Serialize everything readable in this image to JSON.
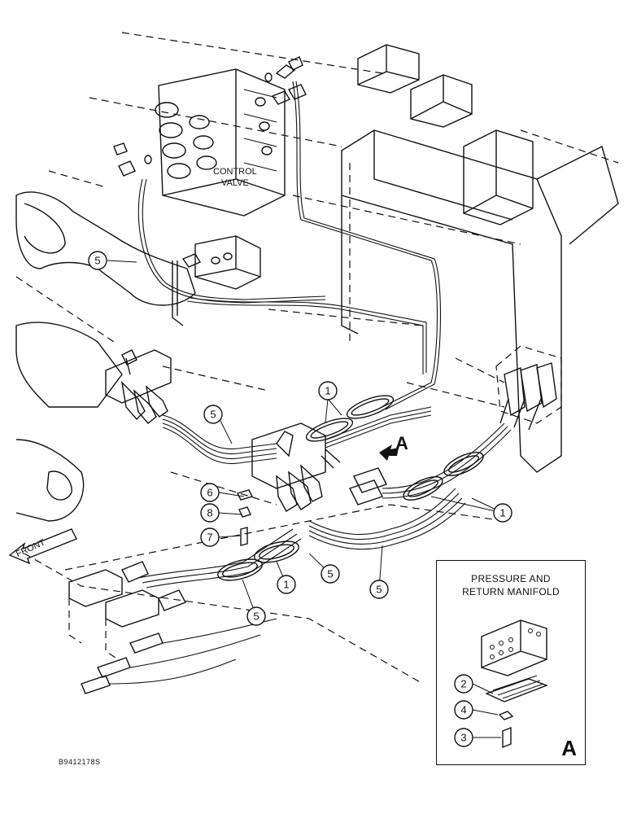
{
  "labels": {
    "control_valve": "CONTROL\nVALVE",
    "front": "FRONT",
    "view_a": "A",
    "figure_id": "B9412178S"
  },
  "inset": {
    "title": "PRESSURE AND\nRETURN MANIFOLD",
    "letter": "A"
  },
  "callouts": {
    "c5_top": "5",
    "c1_center": "1",
    "c5_mid_left": "5",
    "c6": "6",
    "c8": "8",
    "c7": "7",
    "c1_right": "1",
    "c5_lower_mid": "5",
    "c5_lower_right": "5",
    "c1_lower": "1",
    "c5_bottom": "5",
    "c2": "2",
    "c4": "4",
    "c3": "3"
  }
}
